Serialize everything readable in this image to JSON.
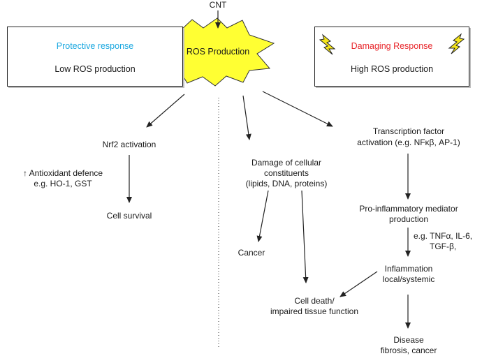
{
  "top": {
    "cnt": "CNT"
  },
  "burst": {
    "label": "ROS Production"
  },
  "protective": {
    "title": "Protective response",
    "subtitle": "Low ROS production",
    "nrf2": "Nrf2 activation",
    "antioxidant_line1": "↑ Antioxidant defence",
    "antioxidant_line2": "e.g. HO-1, GST",
    "survival": "Cell survival"
  },
  "damaging": {
    "title": "Damaging Response",
    "subtitle": "High ROS production",
    "damage_line1": "Damage of cellular",
    "damage_line2": "constituents",
    "damage_line3": "(lipids, DNA, proteins)",
    "cancer": "Cancer",
    "tf_line1": "Transcription factor",
    "tf_line2": "activation (e.g. NFκβ, AP-1)",
    "mediator_line1": "Pro-inflammatory mediator",
    "mediator_line2": "production",
    "examples_line1": "e.g. TNFα, IL-6,",
    "examples_line2": "TGF-β,",
    "inflammation_line1": "Inflammation",
    "inflammation_line2": "local/systemic",
    "death_line1": "Cell death/",
    "death_line2": "impaired tissue function",
    "disease_line1": "Disease",
    "disease_line2": "fibrosis, cancer"
  },
  "colors": {
    "protective_title": "#1ba8e0",
    "damaging_title": "#e8262b",
    "burst_fill": "#ffff33",
    "lightning_fill": "#f5e51c"
  },
  "icons": [
    "lightning-bolt-icon",
    "lightning-bolt-icon"
  ]
}
